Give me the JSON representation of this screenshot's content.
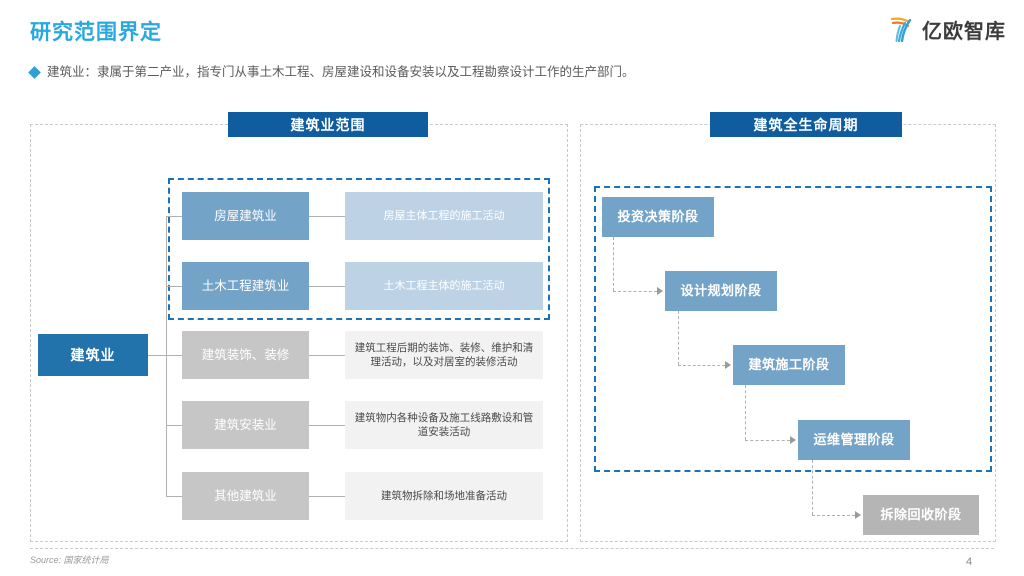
{
  "header": {
    "title": "研究范围界定",
    "logo_text": "亿欧智库",
    "logo_icon": "yi-ou-fan-logo-icon",
    "bullet_icon": "diamond-bullet-icon",
    "subtitle": "建筑业：隶属于第二产业，指专门从事土木工程、房屋建设和设备安装以及工程勘察设计工作的生产部门。"
  },
  "panels": {
    "left": {
      "header": "建筑业范围",
      "root": "建筑业",
      "rows": [
        {
          "category": "房屋建筑业",
          "description": "房屋主体工程的施工活动",
          "style": "blue"
        },
        {
          "category": "土木工程建筑业",
          "description": "土木工程主体的施工活动",
          "style": "blue"
        },
        {
          "category": "建筑装饰、装修",
          "description": "建筑工程后期的装饰、装修、维护和清理活动，以及对居室的装修活动",
          "style": "gray"
        },
        {
          "category": "建筑安装业",
          "description": "建筑物内各种设备及施工线路敷设和管道安装活动",
          "style": "gray"
        },
        {
          "category": "其他建筑业",
          "description": "建筑物拆除和场地准备活动",
          "style": "gray"
        }
      ]
    },
    "right": {
      "header": "建筑全生命周期",
      "stages": [
        {
          "label": "投资决策阶段",
          "style": "blue"
        },
        {
          "label": "设计规划阶段",
          "style": "blue"
        },
        {
          "label": "建筑施工阶段",
          "style": "blue"
        },
        {
          "label": "运维管理阶段",
          "style": "blue"
        },
        {
          "label": "拆除回收阶段",
          "style": "gray"
        }
      ]
    }
  },
  "footer": {
    "source": "Source: 国家统计局",
    "page_number": "4"
  },
  "colors": {
    "title_blue": "#29a8e0",
    "header_bar_blue": "#0f5c9e",
    "root_blue": "#2272ab",
    "box_blue": "#74a3c8",
    "desc_blue": "#bdd2e4",
    "box_gray": "#c6c6c6",
    "desc_gray": "#f2f2f2",
    "stage_gray": "#b5b5b5",
    "dashed_blue": "#1c72b8",
    "dashed_gray": "#c9c9c9"
  }
}
